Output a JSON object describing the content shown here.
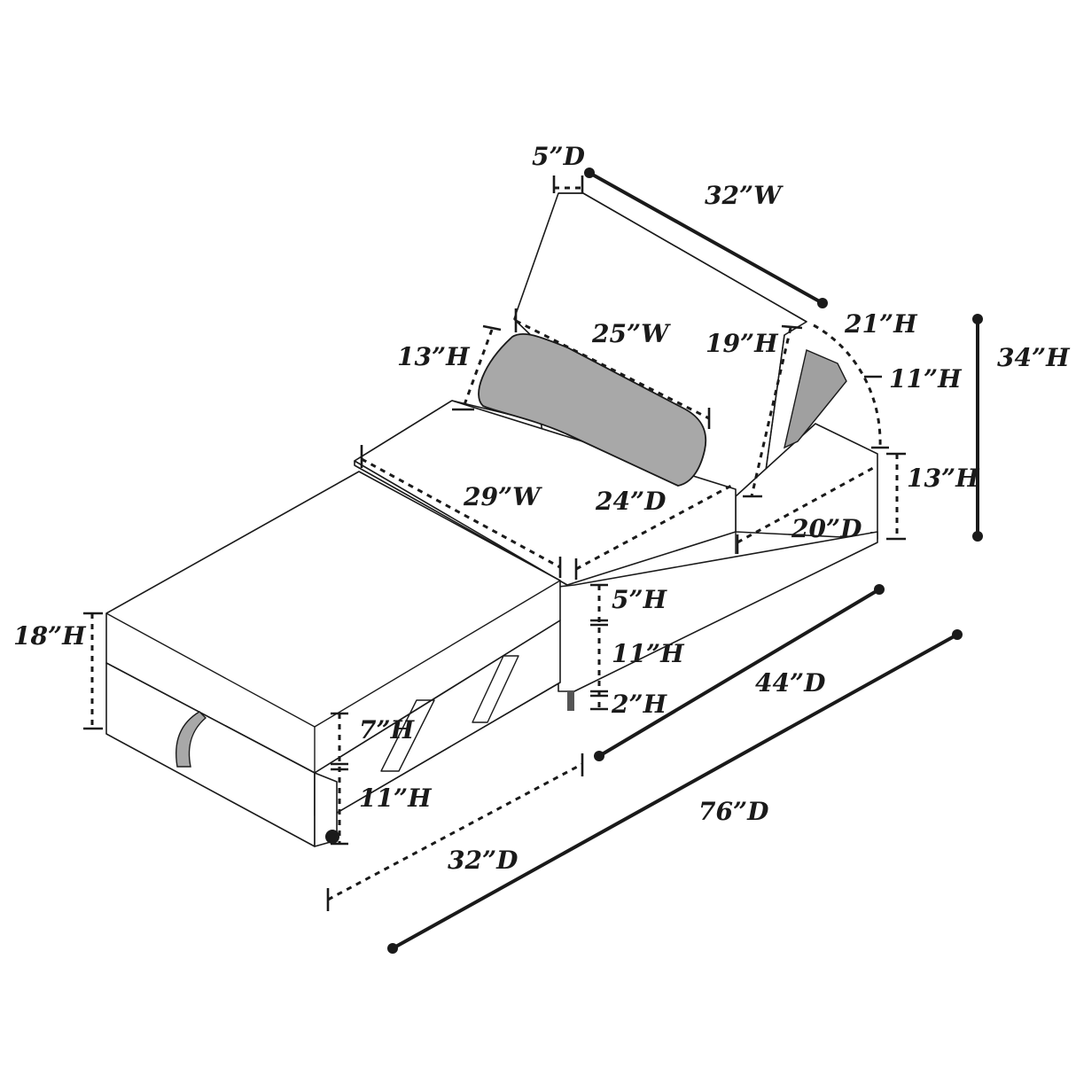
{
  "colors": {
    "line": "#1a1a1a",
    "cushion_fill": "#ffffff",
    "pillow_fill": "#a8a8a8",
    "back_panel_fill": "#a0a0a0"
  },
  "labels": {
    "back_depth": "5”D",
    "back_width": "32”W",
    "pillow_width": "25”W",
    "pillow_height": "13”H",
    "back_height": "19”H",
    "arc_height": "21”H",
    "back_hinge_height": "11”H",
    "total_height": "34”H",
    "seat_width": "29”W",
    "seat_depth": "24”D",
    "arm_height": "13”H",
    "arm_depth": "20”D",
    "cushion_height": "5”H",
    "base_height": "11”H",
    "leg_height": "2”H",
    "chair_depth": "44”D",
    "total_depth": "76”D",
    "extension_depth": "32”D",
    "ext_height": "18”H",
    "frame_upper_height": "7”H",
    "frame_lower_height": "11”H"
  }
}
